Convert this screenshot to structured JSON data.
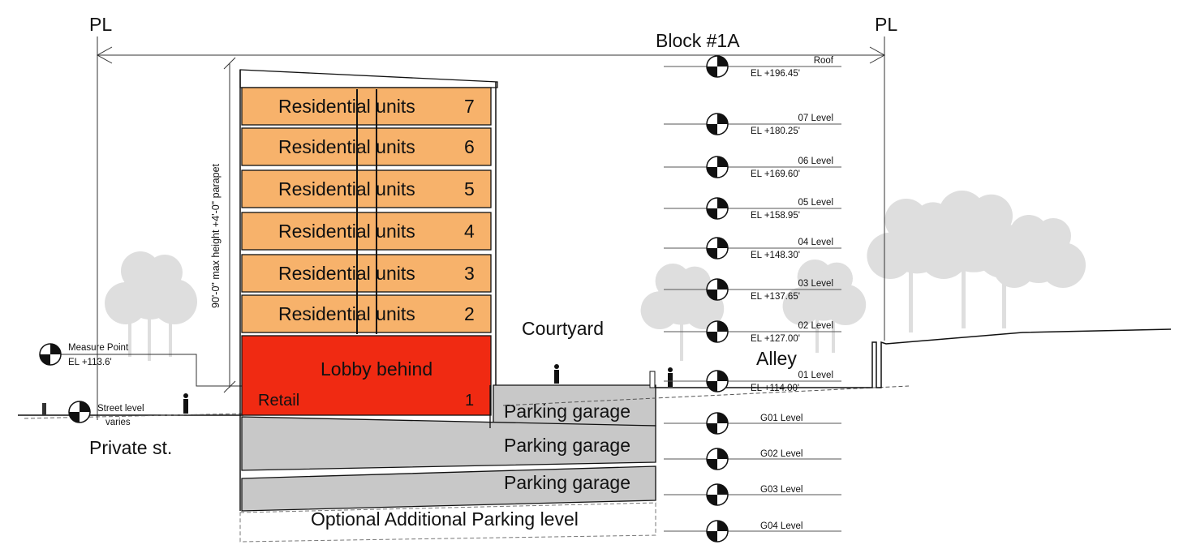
{
  "labels": {
    "pl_left": "PL",
    "pl_right": "PL",
    "block": "Block #1A",
    "height_dim": "90'-0\" max height +4'-0\" parapet",
    "measure_point": "Measure Point",
    "measure_el": "EL +113.6'",
    "street_level": "Street level",
    "street_varies": "varies",
    "private_st": "Private st.",
    "courtyard": "Courtyard",
    "alley": "Alley",
    "lobby": "Lobby behind",
    "retail": "Retail",
    "retail_num": "1",
    "optional_parking": "Optional Additional Parking level"
  },
  "residential_floors": [
    {
      "label": "Residential units",
      "num": "7"
    },
    {
      "label": "Residential units",
      "num": "6"
    },
    {
      "label": "Residential units",
      "num": "5"
    },
    {
      "label": "Residential units",
      "num": "4"
    },
    {
      "label": "Residential units",
      "num": "3"
    },
    {
      "label": "Residential units",
      "num": "2"
    }
  ],
  "parking": [
    {
      "label": "Parking garage"
    },
    {
      "label": "Parking garage"
    },
    {
      "label": "Parking garage"
    }
  ],
  "levels": [
    {
      "name": "Roof",
      "el": "EL +196.45'"
    },
    {
      "name": "07 Level",
      "el": "EL +180.25'"
    },
    {
      "name": "06 Level",
      "el": "EL +169.60'"
    },
    {
      "name": "05 Level",
      "el": "EL +158.95'"
    },
    {
      "name": "04 Level",
      "el": "EL +148.30'"
    },
    {
      "name": "03 Level",
      "el": "EL +137.65'"
    },
    {
      "name": "02 Level",
      "el": "EL +127.00'"
    },
    {
      "name": "01 Level",
      "el": "EL +114.00'"
    },
    {
      "name": "G01 Level",
      "el": ""
    },
    {
      "name": "G02 Level",
      "el": ""
    },
    {
      "name": "G03 Level",
      "el": ""
    },
    {
      "name": "G04 Level",
      "el": ""
    }
  ],
  "colors": {
    "residential": "#f7b26b",
    "retail": "#f02a12",
    "parking": "#c8c8c8",
    "tree": "#dcdcdc"
  }
}
